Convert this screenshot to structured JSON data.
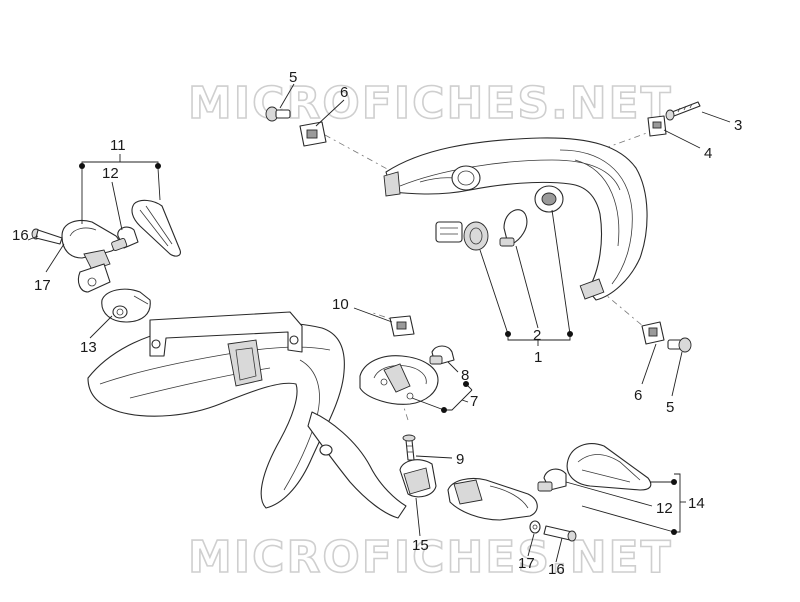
{
  "watermark": {
    "top": "MICROFICHES.NET",
    "bottom": "MICROFICHES.NET"
  },
  "callouts": {
    "c1": "1",
    "c2": "2",
    "c3": "3",
    "c4": "4",
    "c5_top": "5",
    "c5_bottom": "5",
    "c6_top": "6",
    "c6_bottom": "6",
    "c7": "7",
    "c8": "8",
    "c9": "9",
    "c10": "10",
    "c11": "11",
    "c12_left": "12",
    "c12_right": "12",
    "c13": "13",
    "c14": "14",
    "c15": "15",
    "c16_left": "16",
    "c16_right": "16",
    "c17_left": "17",
    "c17_right": "17"
  }
}
